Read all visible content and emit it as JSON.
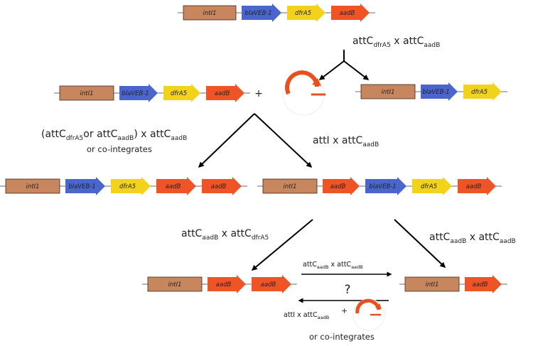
{
  "colors": {
    "intI1": "#c8865e",
    "blaVEB-1": "#4a66cc",
    "dfrA5": "#f2d21b",
    "aadB": "#ef5426",
    "arrow": "#000000",
    "circle_arrow": "#e8501e"
  },
  "gene_names": {
    "intI1": "intI1",
    "blaVEB-1": "blaVEB-1",
    "dfrA5": "dfrA5",
    "aadB": "aadB"
  },
  "constructs": [
    {
      "id": "initial",
      "genes": [
        "intI1",
        "blaVEB-1",
        "dfrA5",
        "aadB"
      ]
    },
    {
      "id": "left-mid",
      "genes": [
        "intI1",
        "blaVEB-1",
        "dfrA5",
        "aadB"
      ]
    },
    {
      "id": "right-mid",
      "genes": [
        "intI1",
        "blaVEB-1",
        "dfrA5"
      ]
    },
    {
      "id": "row3-left",
      "genes": [
        "intI1",
        "blaVEB-1",
        "dfrA5",
        "aadB",
        "aadB"
      ]
    },
    {
      "id": "row3-right",
      "genes": [
        "intI1",
        "aadB",
        "blaVEB-1",
        "dfrA5",
        "aadB"
      ]
    },
    {
      "id": "row4-left",
      "genes": [
        "intI1",
        "aadB",
        "aadB"
      ]
    },
    {
      "id": "row4-right",
      "genes": [
        "intI1",
        "aadB"
      ]
    }
  ],
  "labels": {
    "plus": "+",
    "question": "?",
    "att_c": "attC",
    "att_i": "attI",
    "times": "x",
    "or": "or",
    "open_paren": "(",
    "close_paren": ")",
    "sub_dfrA5": "dfrA5",
    "sub_aadB": "aadB",
    "co_integrates": "or co-integrates"
  }
}
